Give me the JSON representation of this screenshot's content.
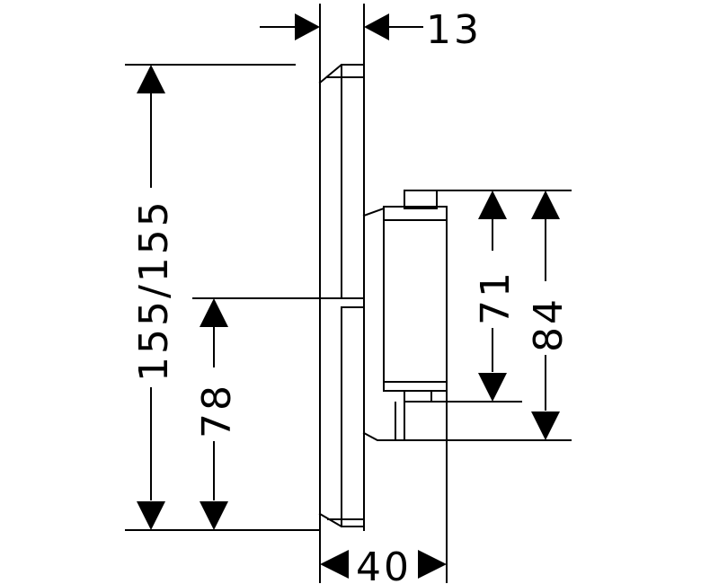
{
  "dimensions": {
    "top_offset": "13",
    "total_height": "155/155",
    "center_height": "78",
    "body_height": "71",
    "overall_right_height": "84",
    "depth": "40"
  }
}
